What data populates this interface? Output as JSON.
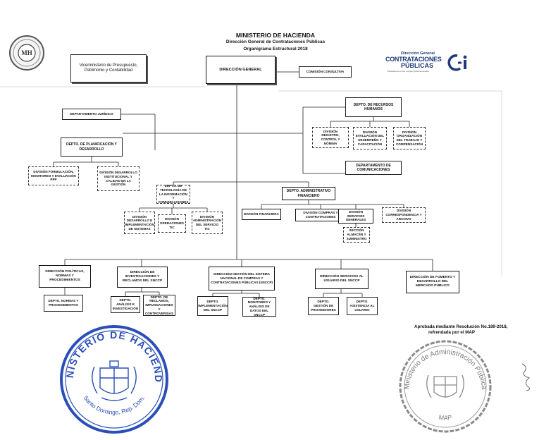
{
  "header": {
    "title": "MINISTERIO DE HACIENDA",
    "subtitle": "Dirección General de Contrataciones Públicas",
    "caption": "Organigrama Estructural 2018"
  },
  "logos": {
    "left_monogram": "MH",
    "right_brand_line1": "Dirección General",
    "right_brand_line2": "CONTRATACIONES",
    "right_brand_line3": "PÚBLICAS",
    "right_brand_tagline": "Transparencia en las compras gubernamentales"
  },
  "org": {
    "viceministerio": "Viceministerio de Presupuesto, Patrimonio y Contabilidad",
    "direccion_general": "DIRECCIÓN GENERAL",
    "comision": "COMISIÓN CONSULTIVA",
    "juridico": "DEPARTAMENTO JURÍDICO",
    "planificacion": "DEPTO. DE PLANIFICACIÓN Y DESARROLLO",
    "div_formulacion": "DIVISIÓN FORMULACIÓN, MONITOREO Y EVALUACIÓN PPP",
    "div_desarrollo_inst": "DIVISIÓN DESARROLLO INSTITUCIONAL Y CALIDAD EN LA GESTIÓN",
    "rrhh": "DEPTO. DE RECURSOS HUMANOS",
    "div_registro": "DIVISIÓN REGISTRO, CONTROL Y NÓMINA",
    "div_evaluacion": "DIVISIÓN EVALUACIÓN DEL DESEMPEÑO Y CAPACITACIÓN",
    "div_organizacion": "DIVISIÓN ORGANIZACIÓN DEL TRABAJO Y COMPENSACIÓN",
    "comunicaciones": "DEPARTAMENTO DE COMUNICACIONES",
    "tecnologia": "DEPTO. DE TECNOLOGÍA DE LA INFORMACIÓN Y COMUNICACIONES",
    "div_desarrollo_sist": "DIVISIÓN DESARROLLO E IMPLEMENTACIÓN DE SISTEMAS",
    "div_operaciones": "DIVISIÓN OPERACIONES TIC",
    "div_admin_tic": "DIVISIÓN ADMINISTRACIÓN DEL SERVICIO TIC",
    "administrativo": "DEPTO. ADMINISTRATIVO FINANCIERO",
    "div_financiera": "DIVISIÓN FINANCIERA",
    "div_compras": "DIVISIÓN COMPRAS Y CONTRATACIONES",
    "div_servicios": "DIVISIÓN SERVICIOS GENERALES",
    "seccion_almacen": "SECCIÓN ALMACÉN Y SUMINISTRO",
    "div_correspondencia": "DIVISIÓN CORRESPONDENCIA Y ARCHIVO",
    "dir_politicas": "DIRECCIÓN POLÍTICAS, NORMAS Y PROCEDIMIENTOS",
    "depto_normas": "DEPTO. NORMAS Y PROCEDIMIENTOS",
    "dir_investigaciones": "DIRECCIÓN DE INVESTIGACIONES Y RECLAMOS DEL SNCCP",
    "depto_analisis": "DEPTO. ANÁLISIS E INVESTIGACIÓN",
    "depto_reclamos": "DEPTO. DE RECLAMOS, IMPUGNACIONES Y CONTROVERSIAS",
    "dir_gestion": "DIRECCIÓN GESTIÓN DEL SISTEMA NACIONAL DE COMPRAS Y CONTRATACIONES PÚBLICAS (SNCCP)",
    "depto_implementacion": "DEPTO. IMPLEMENTACIÓN DEL SNCCP",
    "depto_monitoreo": "DEPTO. MONITOREO Y ANÁLISIS DE DATOS DEL SNCCP",
    "dir_servicios_usuario": "DIRECCIÓN SERVICIOS AL USUARIO DEL SNCCP",
    "depto_gestion_prov": "DEPTO. GESTIÓN DE PROVEEDORES",
    "depto_asistencia": "DEPTO. ASISTENCIA AL USUARIO",
    "dir_fomento": "DIRECCIÓN DE FOMENTO Y DESARROLLO DEL MERCADO PÚBLICO"
  },
  "approval": {
    "line1": "Aprobada mediante Resolución No.189-2018,",
    "line2": "refrendada por el MAP"
  },
  "stamps": {
    "left_ring": "MINISTERIO DE HACIENDA",
    "left_bottom": "Santo Domingo, Rep. Dom.",
    "right_ring": "Ministerio de Administración Pública",
    "right_bottom": "MAP"
  },
  "colors": {
    "stamp_blue": "#2a4fb8",
    "stamp_grey": "#8a8a8a",
    "brand_blue": "#1f3a7a"
  }
}
